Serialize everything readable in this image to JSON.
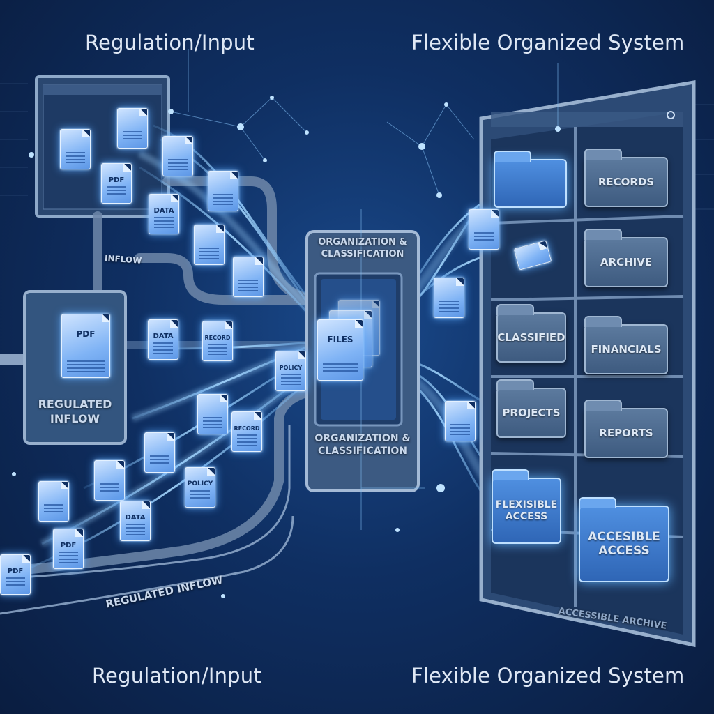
{
  "captions": {
    "top_left": "Regulation/Input",
    "top_right": "Flexible Organized System",
    "bottom_left": "Regulation/Input",
    "bottom_right": "Flexible Organized System"
  },
  "labels": {
    "inflow": "INFLOW",
    "regulated_inflow_box": "REGULATED INFLOW",
    "regulated_inflow_pipe": "REGULATED INFLOW",
    "org_top": "ORGANIZATION & CLASSIFICATION",
    "org_bottom": "ORGANIZATION & CLASSIFICATION",
    "files": "FILES",
    "accessible_archive": "ACCESSIBLE ARCHIVE"
  },
  "documents": [
    "PDF",
    "DATA",
    "RECORD",
    "POLICY",
    "RECORD",
    "DATA",
    "POLICY",
    "PDF",
    "PDF",
    "DATA",
    "PDF"
  ],
  "folders": [
    "RECORDS",
    "ARCHIVE",
    "CLASSIFIED",
    "FINANCIALS",
    "PROJECTS",
    "REPORTS",
    "FLEXISIBLE ACCESS",
    "ACCESIBLE ACCESS"
  ],
  "colors": {
    "background": "#0f2f62",
    "glow": "#5aaaff",
    "folder": "#3e5b80"
  }
}
